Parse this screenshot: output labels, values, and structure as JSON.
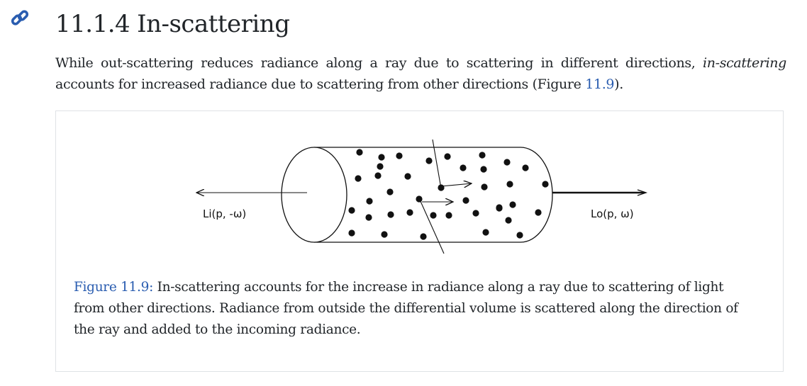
{
  "section": {
    "number": "11.1.4",
    "title": "In-scattering",
    "anchor_icon": "link-icon"
  },
  "intro": {
    "text_before": "While out-scattering reduces radiance along a ray due to scattering in different directions,",
    "emphasis": "in-scattering",
    "text_after": "accounts for increased radiance due to scattering from other directions (Figure",
    "figure_ref": "11.9",
    "text_end": ")."
  },
  "figure": {
    "labels": {
      "left": "Li(p, -ω)",
      "right": "Lo(p, ω)"
    },
    "caption": {
      "label": "Figure 11.9:",
      "text": "In-scattering accounts for the increase in radiance along a ray due to scattering of light from other directions. Radiance from outside the differential volume is scattered along the direction of the ray and added to the incoming radiance."
    }
  }
}
